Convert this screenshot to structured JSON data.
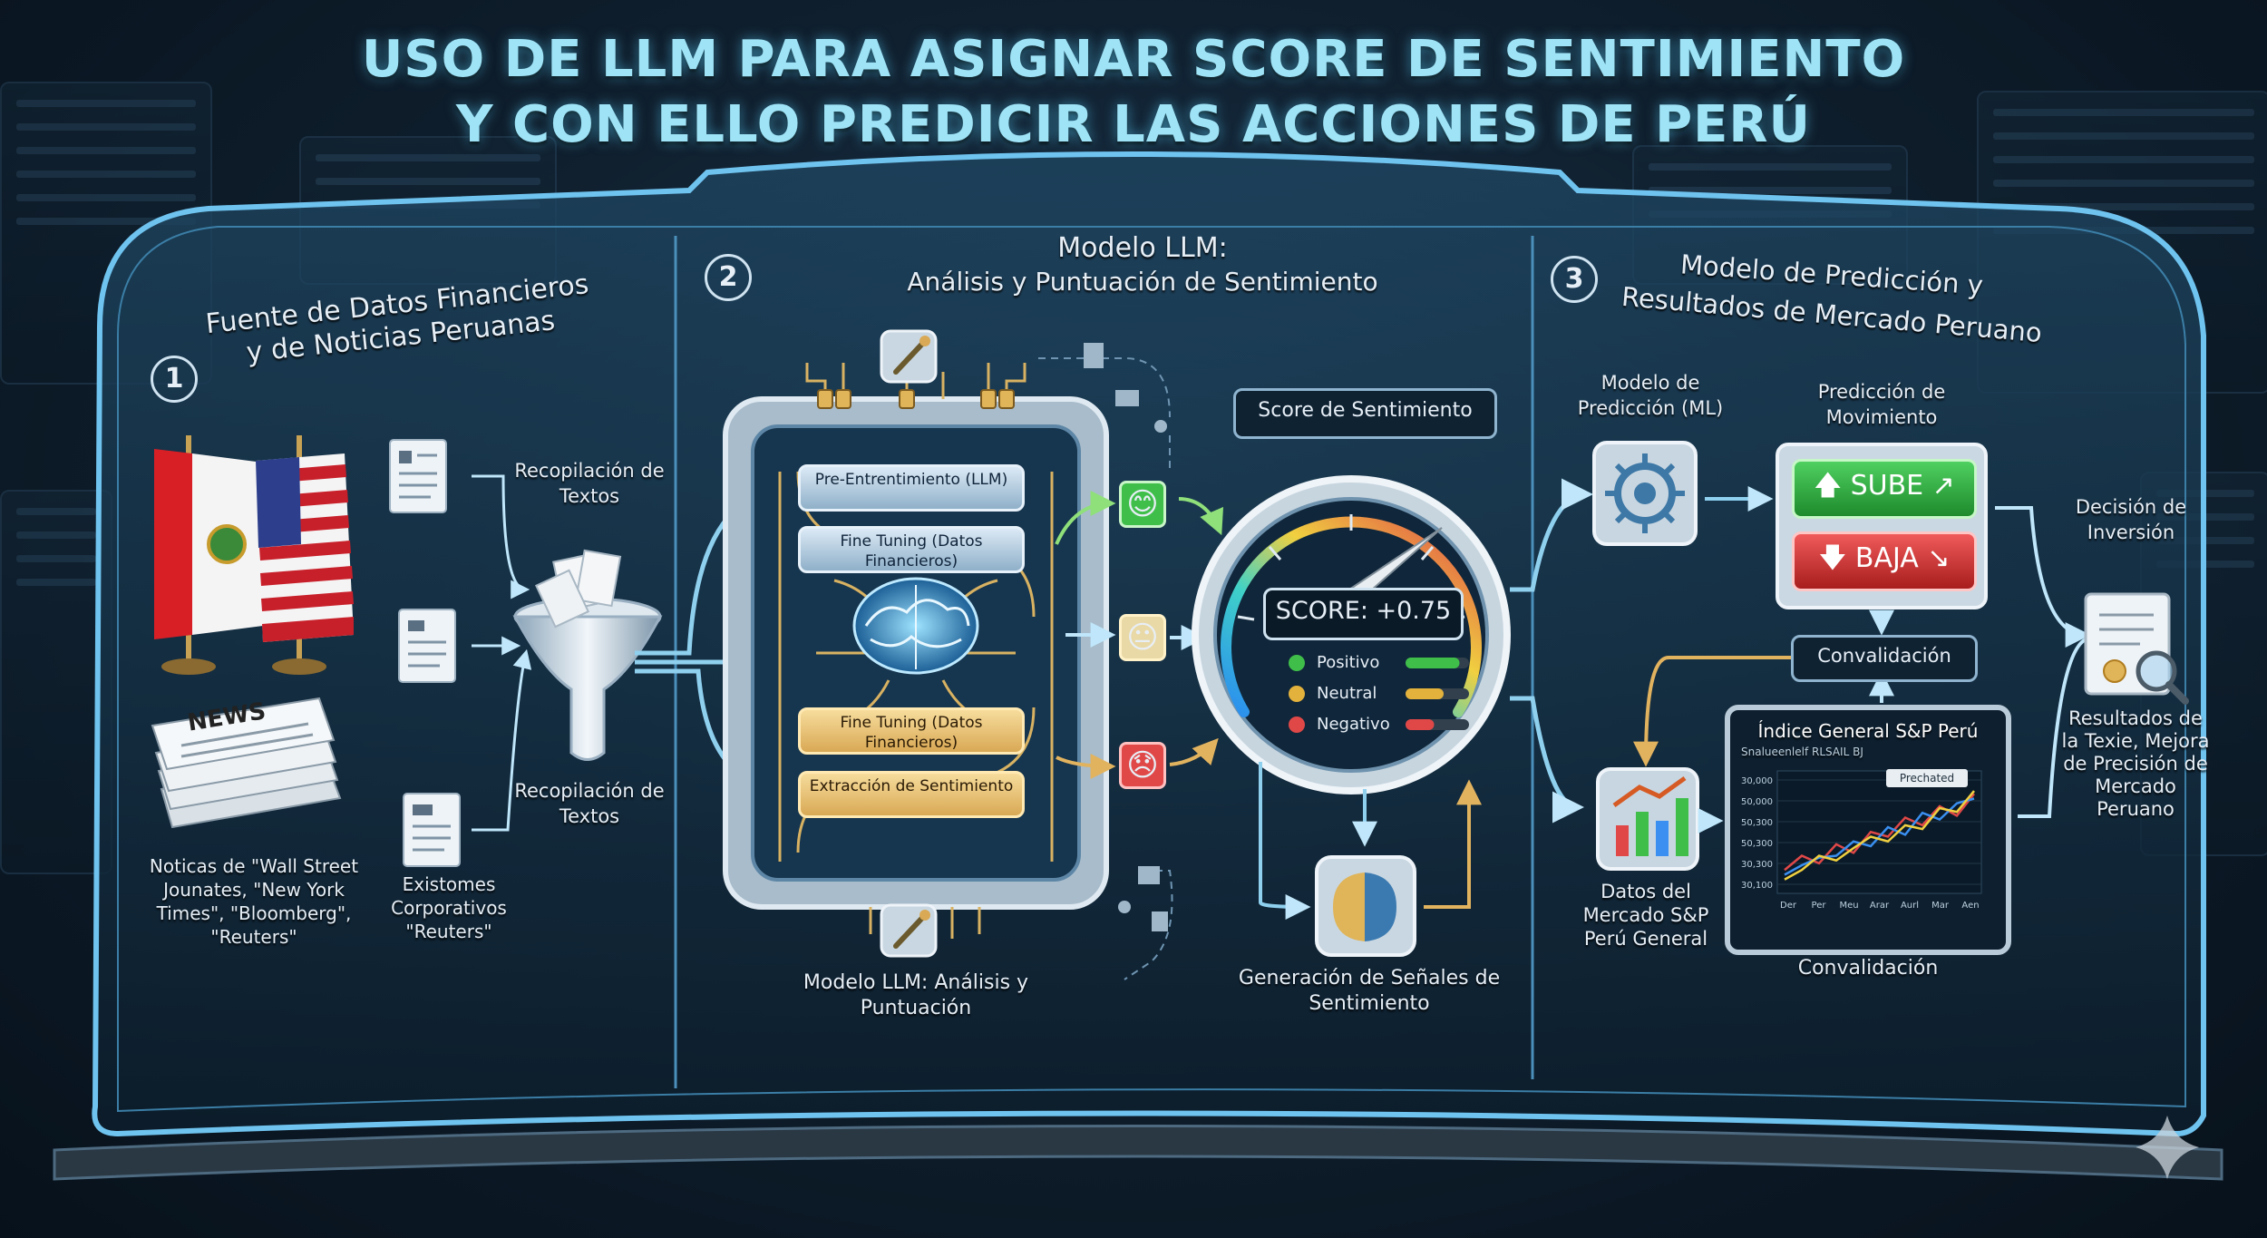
{
  "title": {
    "line1": "USO DE LLM PARA ASIGNAR SCORE DE SENTIMIENTO",
    "line2": "Y CON ELLO PREDICIR LAS ACCIONES DE PERÚ"
  },
  "colors": {
    "accent": "#9fe3f7",
    "positive": "#3fbf4a",
    "neutral": "#e3b23c",
    "negative": "#e04848",
    "gold": "#e2b35f",
    "panel_border": "#6fc3ef"
  },
  "section1": {
    "number": "1",
    "title": "Fuente de Datos Financieros y de Noticias Peruanas",
    "collect_label_1": "Recopilación de Textos",
    "collect_label_2": "Recopilación de Textos",
    "news_caption": "Noticas de \"Wall Street Jounates, \"New York Times\", \"Bloomberg\", \"Reuters\"",
    "corp_caption": "Existomes Corporativos \"Reuters\"",
    "news_label": "NEWS"
  },
  "section2": {
    "number": "2",
    "title": "Modelo LLM:",
    "subtitle": "Análisis y Puntuación de Sentimiento",
    "steps": [
      "Pre-Entrentimiento (LLM)",
      "Fine Tuning (Datos Financieros)",
      "Fine Tuning (Datos Financieros)",
      "Extracción de Sentimiento"
    ],
    "bottom_label": "Modelo LLM: Análisis y Puntuación",
    "score_title": "Score de Sentimiento",
    "score_text": "SCORE: +0.75",
    "score_value": 0.75,
    "legend": [
      {
        "label": "Positivo",
        "fill": 0.85,
        "color": "#3fbf4a"
      },
      {
        "label": "Neutral",
        "fill": 0.6,
        "color": "#e3b23c"
      },
      {
        "label": "Negativo",
        "fill": 0.45,
        "color": "#e04848"
      }
    ],
    "signals_label": "Generación de Señales de Sentimiento",
    "faces": [
      "😊",
      "😐",
      "😞"
    ]
  },
  "section3": {
    "number": "3",
    "title": "Modelo de Predicción y",
    "subtitle": "Resultados de Mercado Peruano",
    "model_label": "Modelo de Predicción (ML)",
    "movement_label": "Predicción de Movimiento",
    "up_label": "SUBE",
    "down_label": "BAJA",
    "convalidation_top": "Convalidación",
    "convalidation_bottom": "Convalidación",
    "decision_label": "Decisión de Inversión",
    "market_label": "Datos del Mercado S&P Perú General",
    "results_label": "Resultados de la Texie, Mejora de Precisión de Mercado Peruano",
    "chart_title": "Índice General S&P Perú",
    "chart_subtitle": "Snalueenlelf RLSAIL BJ",
    "chart_badge": "Prechated"
  },
  "chart_data": {
    "type": "line",
    "title": "Índice General S&P Perú",
    "x": [
      "Der",
      "Per",
      "Meu",
      "Arar",
      "Aurl",
      "Mar",
      "Aen"
    ],
    "yticks": [
      30000,
      50000,
      50300,
      50300,
      30300,
      30100
    ],
    "series": [
      {
        "values": [
          0.15,
          0.3,
          0.22,
          0.42,
          0.33,
          0.55,
          0.5,
          0.7,
          0.62,
          0.82,
          0.72,
          0.95
        ],
        "color": "#e04848"
      },
      {
        "values": [
          0.1,
          0.2,
          0.28,
          0.3,
          0.45,
          0.4,
          0.6,
          0.52,
          0.75,
          0.68,
          0.85,
          0.9
        ],
        "color": "#3a8ff0"
      },
      {
        "values": [
          0.05,
          0.15,
          0.3,
          0.25,
          0.38,
          0.5,
          0.45,
          0.62,
          0.58,
          0.8,
          0.76,
          0.98
        ],
        "color": "#f0d040"
      }
    ]
  }
}
